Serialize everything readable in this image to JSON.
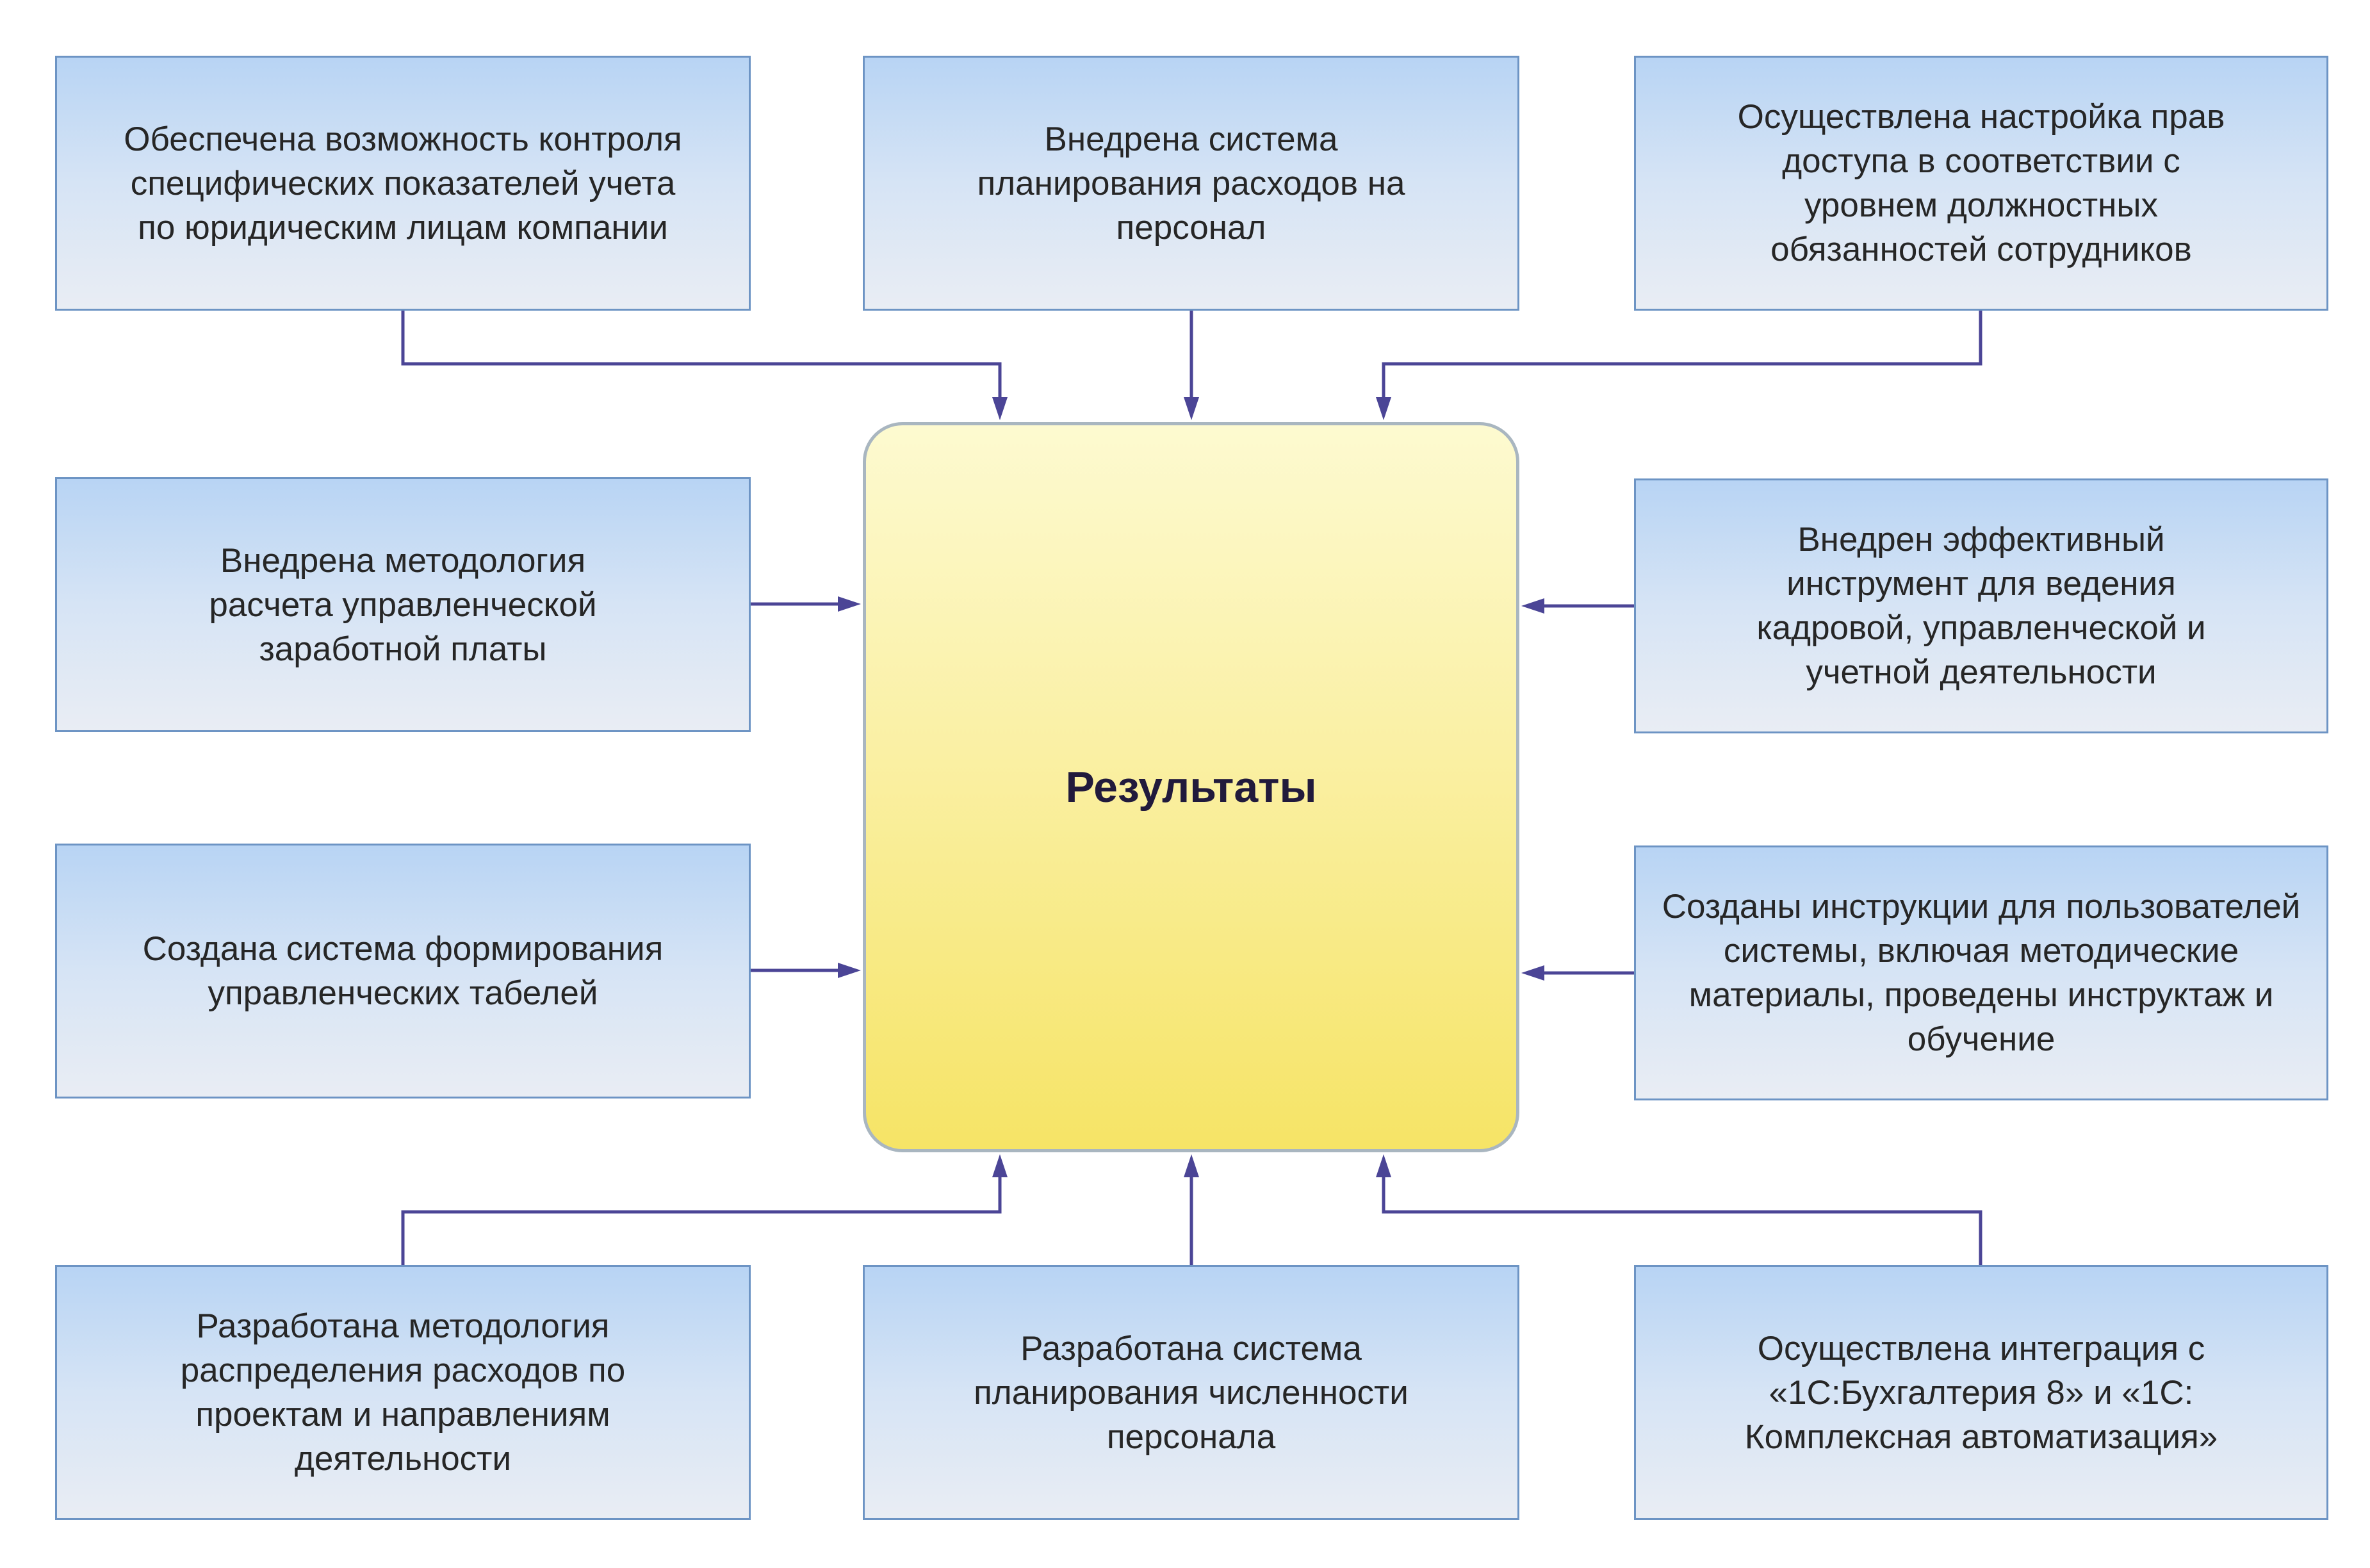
{
  "center": {
    "title": "Результаты"
  },
  "boxes": {
    "top_left": "Обеспечена возможность контроля специфических показателей учета по юридическим лицам компании",
    "top_center": "Внедрена система планирования расходов на персонал",
    "top_right": "Осуществлена настройка прав доступа в соответствии с уровнем должностных обязанностей сотрудников",
    "mid_left_1": "Внедрена методология расчета управленческой заработной платы",
    "mid_right_1": "Внедрен эффективный инструмент для ведения кадровой, управленческой и учетной деятельности",
    "mid_left_2": "Создана система формирования управленческих табелей",
    "mid_right_2": "Созданы инструкции для пользователей системы, включая методические материалы, проведены инструктаж и обучение",
    "bottom_left": "Разработана методология распределения расходов по проектам и направлениям деятельности",
    "bottom_center": "Разработана система планирования численности персонала",
    "bottom_right": "Осуществлена интеграция с «1С:Бухгалтерия 8» и «1С: Комплексная автоматизация»"
  },
  "colors": {
    "box_border": "#6d94c4",
    "box_fill_top": "#b8d4f4",
    "box_fill_bottom": "#e9edf4",
    "center_fill_top": "#fdfad0",
    "center_fill_bottom": "#f6e466",
    "connector": "#4b4596",
    "center_text": "#211a3c"
  }
}
